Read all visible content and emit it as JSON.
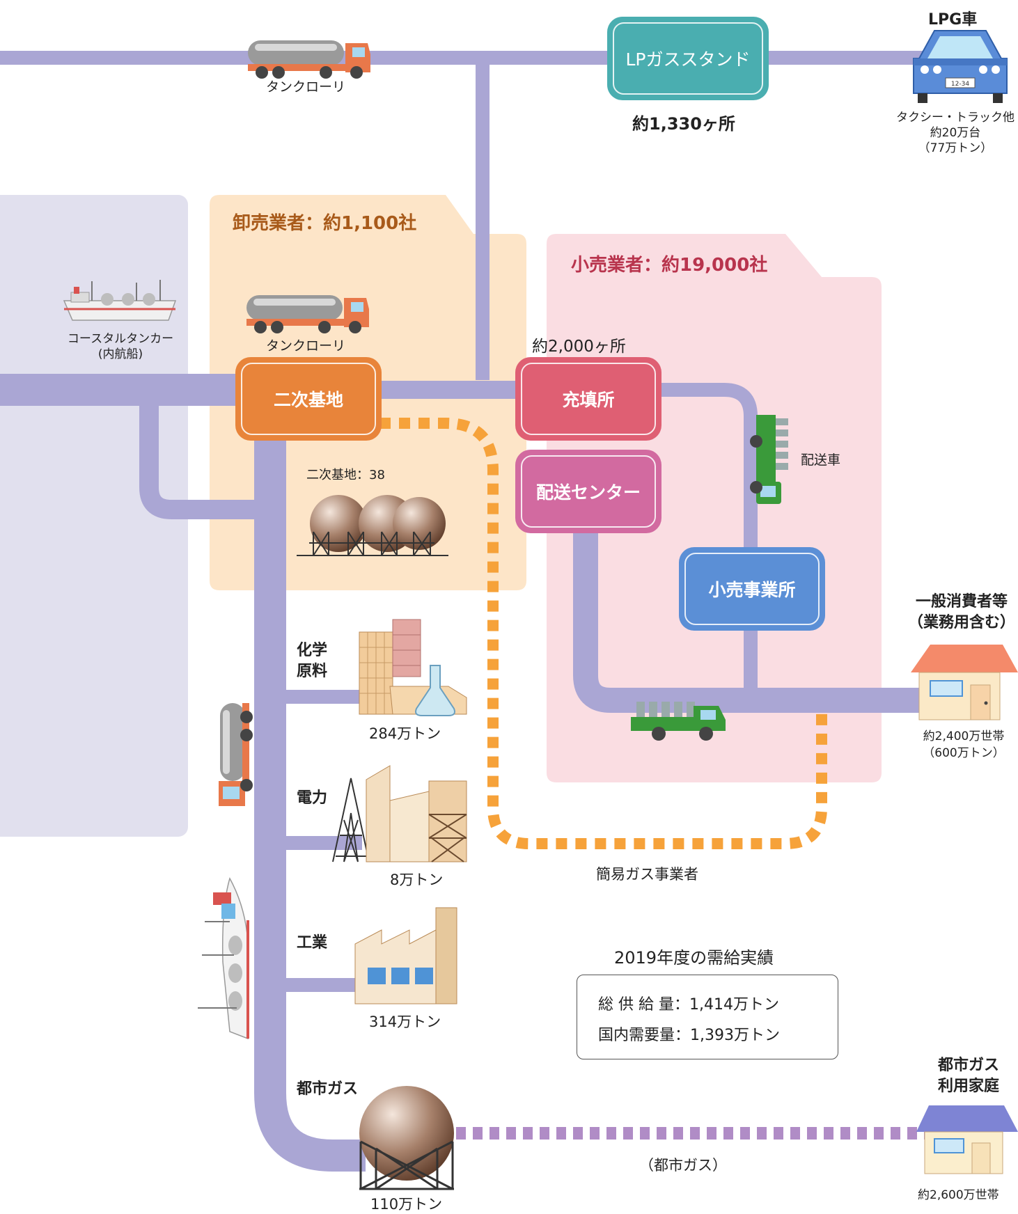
{
  "colors": {
    "pipe": "#aaa6d4",
    "wholesale_bg": "#fde5c8",
    "retail_bg": "#fadde2",
    "import_bg": "#e1e0ee",
    "secondary_base": "#e8843a",
    "filling_station": "#df5f73",
    "delivery_center": "#d26aa0",
    "retail_office": "#5b8fd6",
    "lpg_stand": "#4aaeb0",
    "simple_gas_dash": "#f6a23a",
    "city_gas_dash": "#b08cc6",
    "title_brown": "#a85a1a",
    "title_red": "#b8344d"
  },
  "top": {
    "tanker_label": "タンクローリ",
    "lpg_stand_label": "LPガススタンド",
    "lpg_stand_count": "約1,330ヶ所",
    "lpg_car_title": "LPG車",
    "lpg_car_plate": "12-34",
    "lpg_car_desc1": "タクシー・トラック他",
    "lpg_car_desc2": "約20万台",
    "lpg_car_desc3": "（77万トン）"
  },
  "import": {
    "coastal_tanker_label": "コースタルタンカー",
    "coastal_tanker_sub": "(内航船)"
  },
  "wholesale": {
    "title": "卸売業者：約1,100社",
    "tanker_label": "タンクローリ",
    "secondary_base_label": "二次基地",
    "secondary_base_count": "二次基地：38"
  },
  "retail": {
    "title": "小売業者：約19,000社",
    "filling_count": "約2,000ヶ所",
    "filling_label": "充填所",
    "delivery_center_label": "配送センター",
    "delivery_truck_label": "配送車",
    "retail_office_label": "小売事業所"
  },
  "consumers": {
    "general_title1": "一般消費者等",
    "general_title2": "（業務用含む）",
    "general_desc1": "約2,400万世帯",
    "general_desc2": "（600万トン）",
    "city_gas_home_title1": "都市ガス",
    "city_gas_home_title2": "利用家庭",
    "city_gas_home_desc": "約2,600万世帯"
  },
  "industries": {
    "chemical_label1": "化学",
    "chemical_label2": "原料",
    "chemical_amount": "284万トン",
    "power_label": "電力",
    "power_amount": "8万トン",
    "industry_label": "工業",
    "industry_amount": "314万トン",
    "city_gas_label": "都市ガス",
    "city_gas_amount": "110万トン"
  },
  "lines": {
    "simple_gas_label": "簡易ガス事業者",
    "city_gas_line_label": "（都市ガス）"
  },
  "summary": {
    "title": "2019年度の需給実績",
    "supply_label": "総 供 給 量：",
    "supply_value": "1,414万トン",
    "demand_label": "国内需要量：",
    "demand_value": "1,393万トン"
  }
}
